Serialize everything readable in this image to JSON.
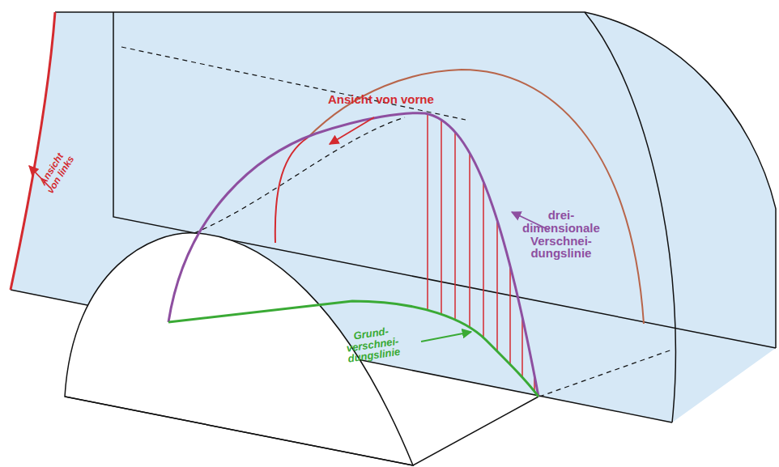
{
  "diagram": {
    "labels": [
      "Ansicht von vorne",
      "Ansicht von links",
      "drei- dimensionale Verschnei- dungslinie",
      "Grund- verschnei- dungslinie"
    ]
  }
}
